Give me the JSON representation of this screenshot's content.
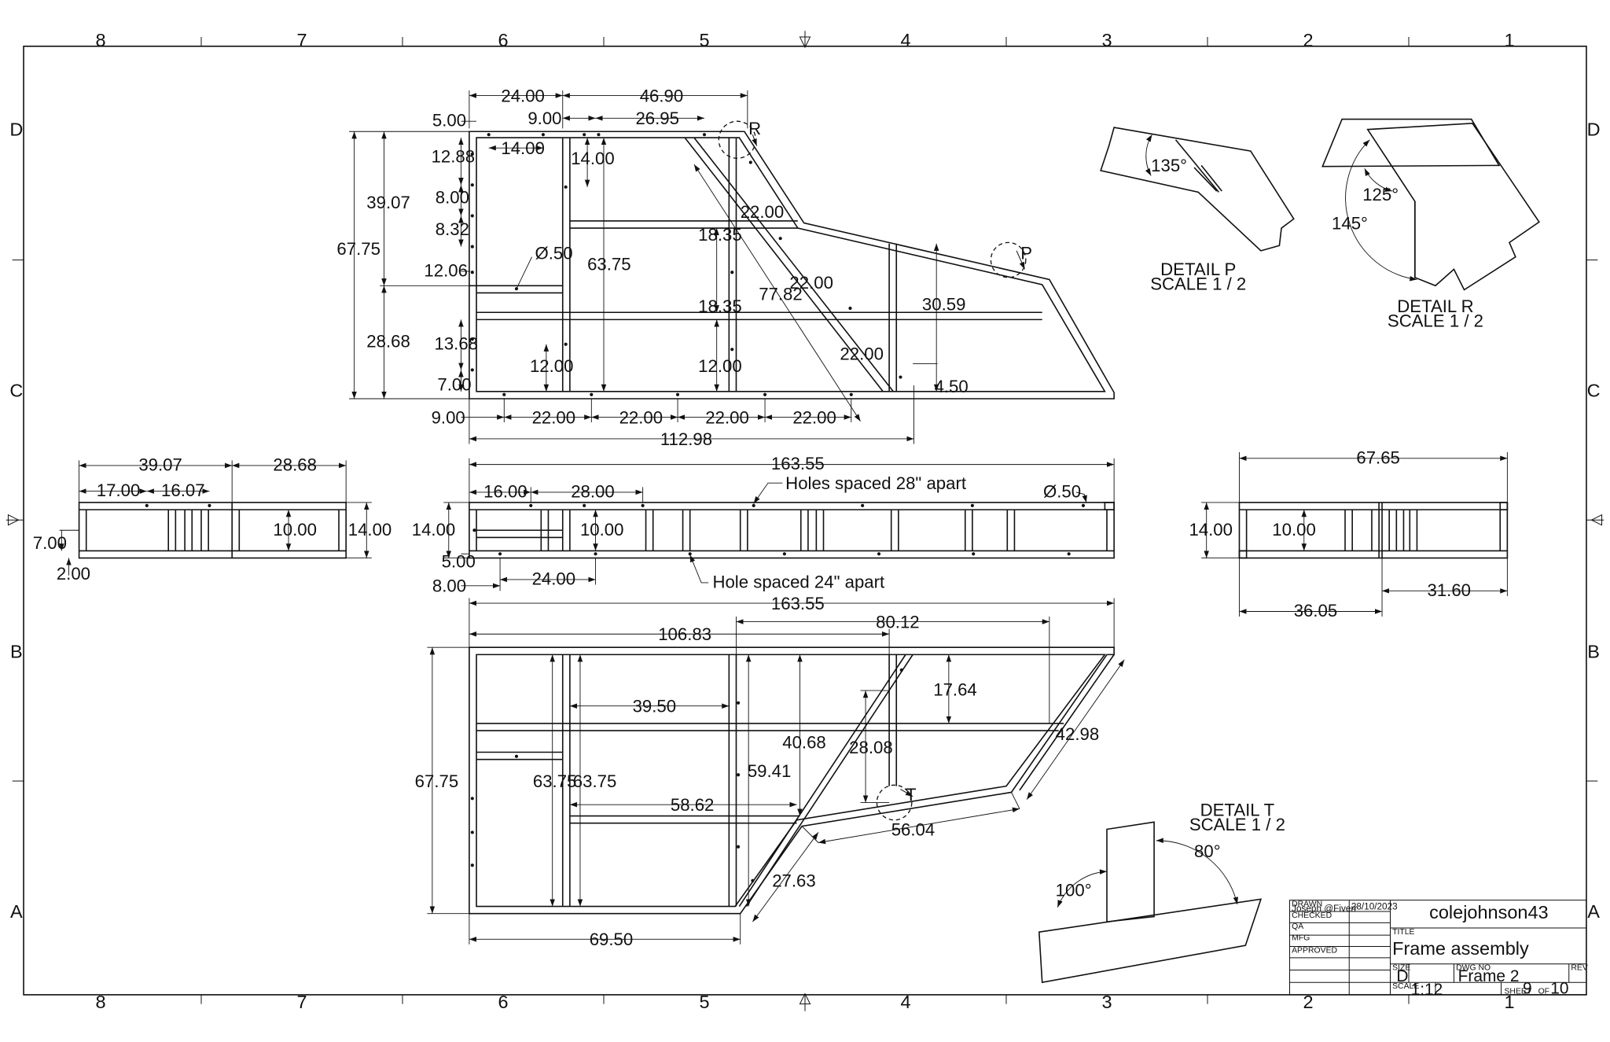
{
  "zones": {
    "columns": [
      "8",
      "7",
      "6",
      "5",
      "4",
      "3",
      "2",
      "1"
    ],
    "rows": [
      "D",
      "C",
      "B",
      "A"
    ]
  },
  "dims": {
    "top": {
      "d24": "24.00",
      "d4690": "46.90",
      "d500": "5.00",
      "d900": "9.00",
      "d2695": "26.95",
      "d1400a": "14.00",
      "d1400b": "14.00",
      "d1288": "12.88",
      "d800": "8.00",
      "d832": "8.32",
      "d3907": "39.07",
      "d6775": "67.75",
      "d1206": "12.06",
      "dia50": "Ø.50",
      "d6375": "63.75",
      "d2868": "28.68",
      "d1368": "13.68",
      "d1200a": "12.00",
      "d700": "7.00",
      "d1835a": "18.35",
      "d1835b": "18.35",
      "d1200b": "12.00",
      "d2200a": "22.00",
      "d2200b": "22.00",
      "d7782": "77.82",
      "d2200c": "22.00",
      "d3059": "30.59",
      "d450": "4.50",
      "d900b": "9.00",
      "d2200d": "22.00",
      "d2200e": "22.00",
      "d2200f": "22.00",
      "d2200g": "22.00",
      "d11298": "112.98"
    },
    "left": {
      "d3907": "39.07",
      "d2868": "28.68",
      "d1700": "17.00",
      "d1607": "16.07",
      "d1000": "10.00",
      "d1400": "14.00",
      "d700": "7.00",
      "d200": "2.00"
    },
    "front": {
      "d16355": "163.55",
      "d1600": "16.00",
      "d2800": "28.00",
      "note_holes28": "Holes spaced 28\" apart",
      "dia50": "Ø.50",
      "d1400": "14.00",
      "d1000": "10.00",
      "d500": "5.00",
      "d800": "8.00",
      "d2400": "24.00",
      "note_hole24": "Hole spaced 24\" apart"
    },
    "right": {
      "d6765": "67.65",
      "d1400": "14.00",
      "d1000": "10.00",
      "d3160": "31.60",
      "d3605": "36.05"
    },
    "bottom": {
      "d16355": "163.55",
      "d10683": "106.83",
      "d8012": "80.12",
      "d6775": "67.75",
      "d3950": "39.50",
      "d1764": "17.64",
      "d4068": "40.68",
      "d2808": "28.08",
      "d4298": "42.98",
      "d6375a": "63.75",
      "d6375b": "63.75",
      "d5941": "59.41",
      "d5862": "58.62",
      "d5604": "56.04",
      "d2763": "27.63",
      "d6950": "69.50"
    }
  },
  "callouts": {
    "r": "R",
    "p": "P",
    "t": "T"
  },
  "details": {
    "p": {
      "title": "DETAIL  P",
      "scale": "SCALE 1 / 2",
      "angle": "135°"
    },
    "r": {
      "title": "DETAIL  R",
      "scale": "SCALE 1 / 2",
      "angle1": "125°",
      "angle2": "145°"
    },
    "t": {
      "title": "DETAIL  T",
      "scale": "SCALE 1 / 2",
      "angle1": "100°",
      "angle2": "80°"
    }
  },
  "title_block": {
    "drawn_label": "DRAWN",
    "drawn_by": "Joseph @Fiverr",
    "checked_label": "CHECKED",
    "qa_label": "QA",
    "mfg_label": "MFG",
    "approved_label": "APPROVED",
    "date": "28/10/2023",
    "company": "colejohnson43",
    "title_label": "TITLE",
    "title": "Frame assembly",
    "size_label": "SIZE",
    "size": "D",
    "dwg_no_label": "DWG NO",
    "dwg_no": "Frame 2",
    "rev_label": "REV",
    "scale_label": "SCALE",
    "scale": "1:12",
    "sheet_label": "SHEET",
    "sheet": "9",
    "of_label": "OF",
    "sheet_total": "10"
  }
}
